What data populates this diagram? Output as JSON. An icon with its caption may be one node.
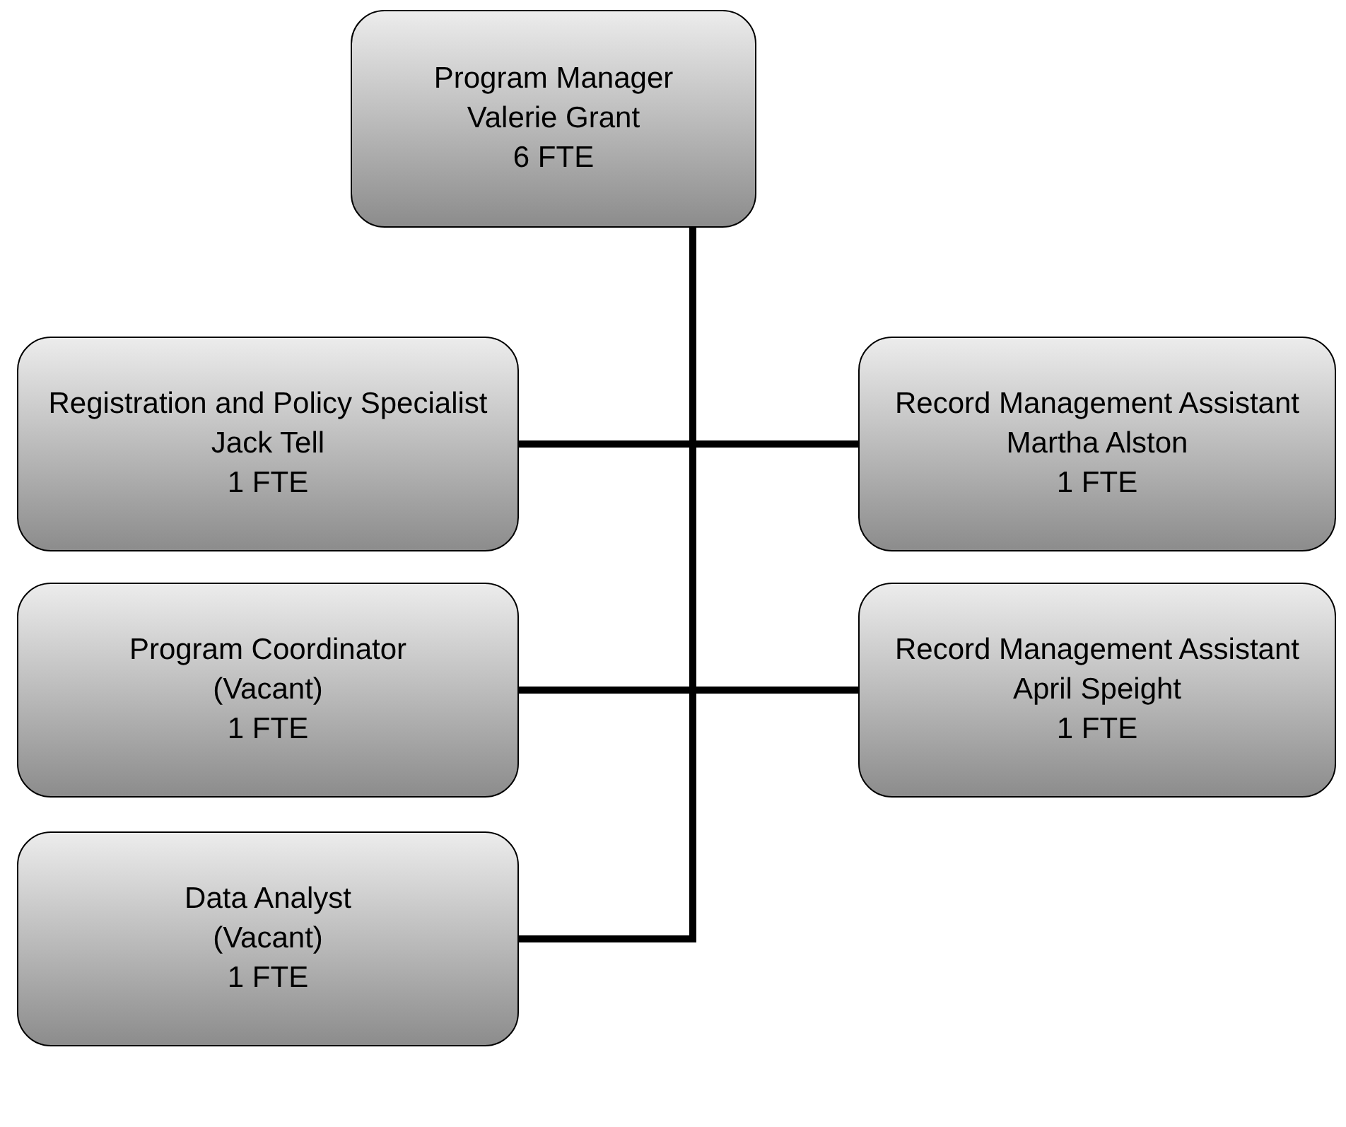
{
  "diagram": {
    "nodes": [
      {
        "text": [
          "Program Manager",
          "Valerie Grant",
          "6 FTE"
        ]
      },
      {
        "text": [
          "Registration and Policy Specialist",
          "Jack Tell",
          "1 FTE"
        ]
      },
      {
        "text": [
          "Record Management Assistant",
          "Martha Alston",
          "1 FTE"
        ]
      },
      {
        "text": [
          "Program Coordinator",
          "(Vacant)",
          "1 FTE"
        ]
      },
      {
        "text": [
          "Record Management Assistant",
          "April Speight",
          "1 FTE"
        ]
      },
      {
        "text": [
          "Data Analyst",
          "(Vacant)",
          "1 FTE"
        ]
      }
    ],
    "edges": [
      {
        "from": 0,
        "to": 1,
        "arrow": "none"
      },
      {
        "from": 0,
        "to": 2,
        "arrow": "none"
      },
      {
        "from": 0,
        "to": 3,
        "arrow": "none"
      },
      {
        "from": 0,
        "to": 4,
        "arrow": "none"
      },
      {
        "from": 0,
        "to": 5,
        "arrow": "none"
      }
    ]
  }
}
